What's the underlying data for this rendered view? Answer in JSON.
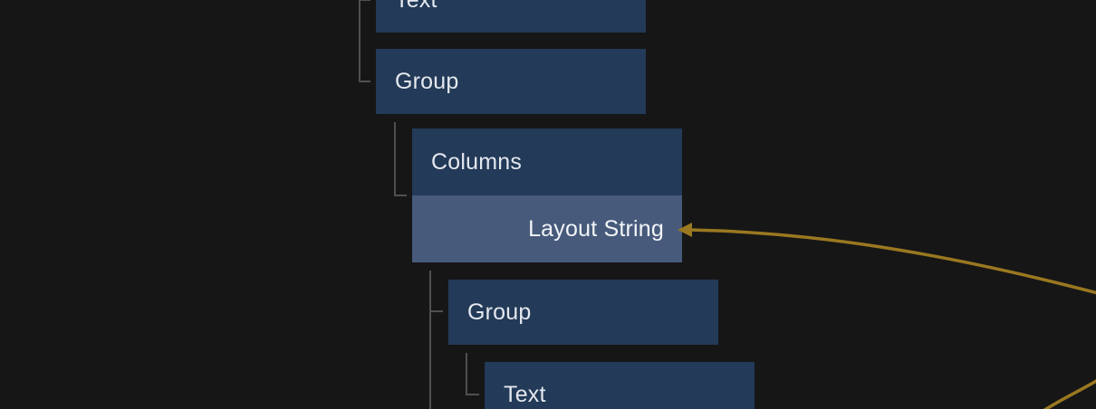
{
  "nodes": [
    {
      "label": "Text"
    },
    {
      "label": "Group"
    },
    {
      "label": "Columns",
      "port": {
        "label": "Layout String"
      }
    },
    {
      "label": "Group"
    },
    {
      "label": "Text"
    }
  ],
  "colors": {
    "background": "#161616",
    "node_fill": "#233a58",
    "port_fill": "#475a7b",
    "node_text": "#e4e8ee",
    "port_text": "#f2f5f8",
    "connector": "#505050",
    "wire": "#9a7821"
  }
}
